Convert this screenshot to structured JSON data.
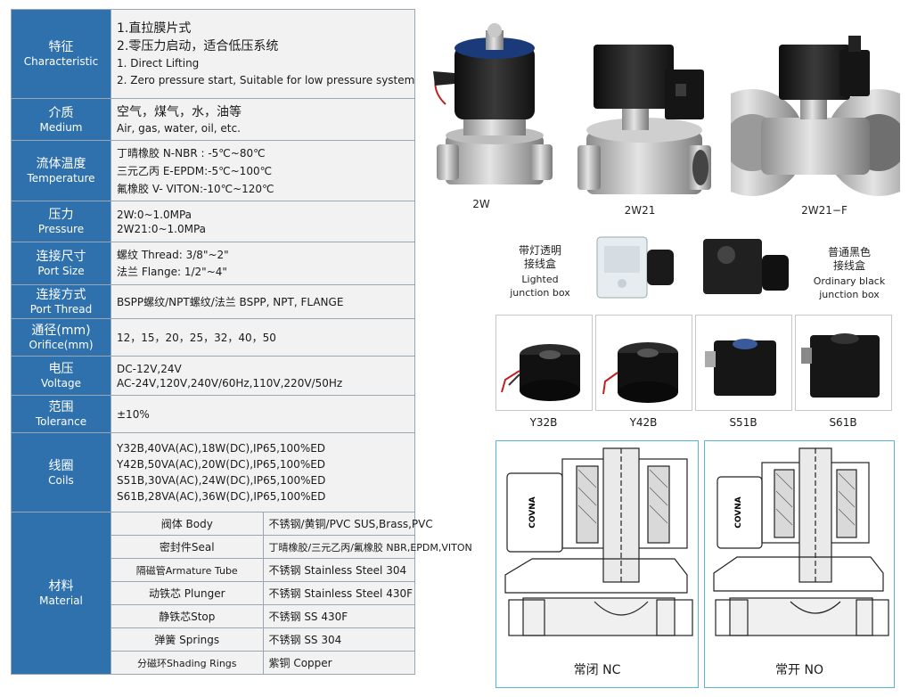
{
  "spec": {
    "characteristic": {
      "cn": "特征",
      "en": "Characteristic",
      "lines": [
        "1.直拉膜片式",
        "2.零压力启动，适合低压系统",
        "1. Direct Lifting",
        "2. Zero pressure start, Suitable for low pressure system"
      ]
    },
    "medium": {
      "cn": "介质",
      "en": "Medium",
      "lines": [
        "空气，煤气，水，油等",
        "Air, gas, water, oil, etc."
      ]
    },
    "temperature": {
      "cn": "流体温度",
      "en": "Temperature",
      "lines": [
        "丁晴橡胶 N-NBR : -5℃~80℃",
        "三元乙丙 E-EPDM:-5℃~100℃",
        "氟橡胶 V- VITON:-10℃~120℃"
      ]
    },
    "pressure": {
      "cn": "压力",
      "en": "Pressure",
      "lines": [
        "2W:0~1.0MPa",
        "2W21:0~1.0MPa"
      ]
    },
    "port_size": {
      "cn": "连接尺寸",
      "en": "Port Size",
      "lines": [
        "螺纹 Thread: 3/8\"~2\"",
        "法兰 Flange: 1/2\"~4\""
      ]
    },
    "port_thread": {
      "cn": "连接方式",
      "en": "Port Thread",
      "lines": [
        "BSPP螺纹/NPT螺纹/法兰 BSPP, NPT, FLANGE"
      ]
    },
    "orifice": {
      "cn": "通径(mm)",
      "en": "Orifice(mm)",
      "lines": [
        "12，15，20，25，32，40，50"
      ]
    },
    "voltage": {
      "cn": "电压",
      "en": "Voltage",
      "lines": [
        "DC-12V,24V",
        "AC-24V,120V,240V/60Hz,110V,220V/50Hz"
      ]
    },
    "tolerance": {
      "cn": "范围",
      "en": "Tolerance",
      "lines": [
        "±10%"
      ]
    },
    "coils": {
      "cn": "线圈",
      "en": "Coils",
      "lines": [
        "Y32B,40VA(AC),18W(DC),IP65,100%ED",
        "Y42B,50VA(AC),20W(DC),IP65,100%ED",
        "S51B,30VA(AC),24W(DC),IP65,100%ED",
        "S61B,28VA(AC),36W(DC),IP65,100%ED"
      ]
    },
    "material": {
      "cn": "材料",
      "en": "Material",
      "rows": [
        {
          "part": "阀体 Body",
          "value": "不锈钢/黄铜/PVC SUS,Brass,PVC"
        },
        {
          "part": "密封件Seal",
          "value": "丁晴橡胶/三元乙丙/氟橡胶 NBR,EPDM,VITON"
        },
        {
          "part": "隔磁管Armature Tube",
          "value": "不锈钢 Stainless Steel 304"
        },
        {
          "part": "动铁芯 Plunger",
          "value": "不锈钢 Stainless Steel 430F"
        },
        {
          "part": "静铁芯Stop",
          "value": "不锈钢 SS 430F"
        },
        {
          "part": "弹簧 Springs",
          "value": "不锈钢 SS 304"
        },
        {
          "part": "分磁环Shading Rings",
          "value": "紫铜 Copper"
        }
      ]
    }
  },
  "products": {
    "p1": "2W",
    "p2": "2W21",
    "p3": "2W21−F"
  },
  "junction": {
    "lighted_cn": [
      "带灯透明",
      "接线盒"
    ],
    "lighted_en": [
      "Lighted",
      "junction box"
    ],
    "black_cn": [
      "普通黑色",
      "接线盒"
    ],
    "black_en": [
      "Ordinary black",
      "junction box"
    ]
  },
  "coils": [
    "Y32B",
    "Y42B",
    "S51B",
    "S61B"
  ],
  "brand": "COVNA",
  "diagrams": {
    "nc": "常闭 NC",
    "no": "常开 NO"
  },
  "colors": {
    "label_bg": "#2f71ad",
    "cell_bg": "#f2f2f2",
    "diagram_border": "#5ab4d6"
  }
}
